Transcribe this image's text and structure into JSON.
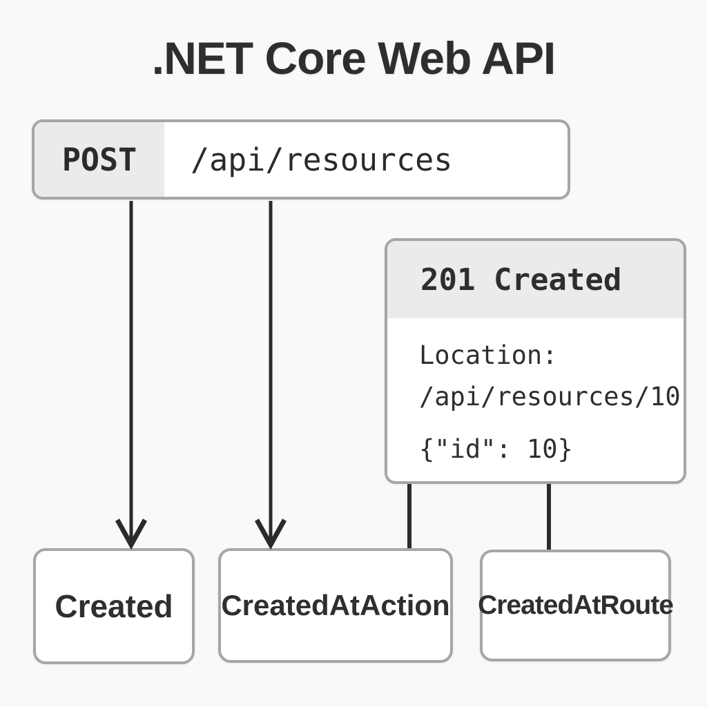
{
  "title": ".NET Core Web API",
  "request": {
    "method": "POST",
    "path": "/api/resources"
  },
  "response": {
    "status": "201 Created",
    "location_label": "Location:",
    "location_value": "/api/resources/10",
    "body": "{\"id\": 10}"
  },
  "methods": [
    {
      "label": "Created"
    },
    {
      "label": "CreatedAtAction"
    },
    {
      "label": "CreatedAtRoute"
    }
  ],
  "colors": {
    "page_bg": "#f9f9f9",
    "box_bg": "#ffffff",
    "header_bg": "#ebebeb",
    "border": "#a6a6a6",
    "line": "#2b2b2b",
    "text": "#2f2f2f"
  }
}
